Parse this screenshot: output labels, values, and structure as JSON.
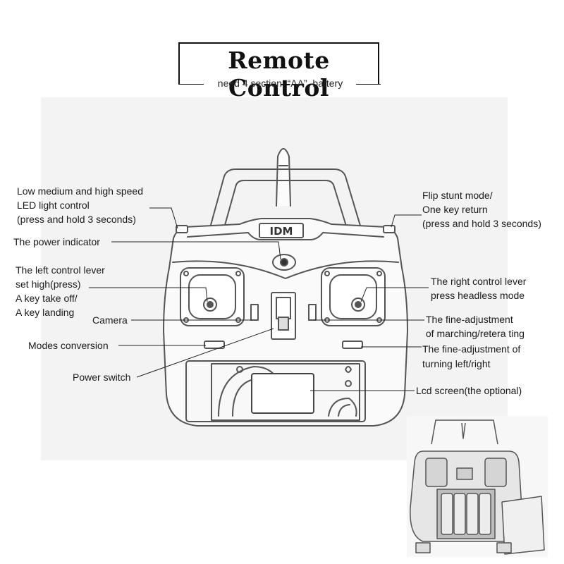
{
  "header": {
    "title": "Remote Control",
    "subtitle": "need 4 section  “AA”  battery"
  },
  "device": {
    "logo": "IDM"
  },
  "labels": {
    "led_control": [
      "Low medium and high speed",
      "LED light control",
      "(press and hold 3 seconds)"
    ],
    "power_indicator": "The power indicator",
    "left_lever": [
      "The left control lever",
      "set high(press)",
      "A key take off/",
      "A key landing"
    ],
    "camera": "Camera",
    "modes_conversion": "Modes conversion",
    "power_switch": "Power switch",
    "flip_stunt": [
      "Flip stunt mode/",
      "One key return",
      "(press and hold 3 seconds)"
    ],
    "right_lever": [
      "The right control lever",
      "press headless mode"
    ],
    "fine_marching": [
      "The fine-adjustment",
      " of marching/retera ting"
    ],
    "fine_turning": [
      "The fine-adjustment of",
      "turning left/right"
    ],
    "lcd_screen": "Lcd screen(the optional)"
  },
  "colors": {
    "sketch_line": "#555555",
    "sketch_bg": "#f3f3f3",
    "leader_line": "#222222"
  }
}
